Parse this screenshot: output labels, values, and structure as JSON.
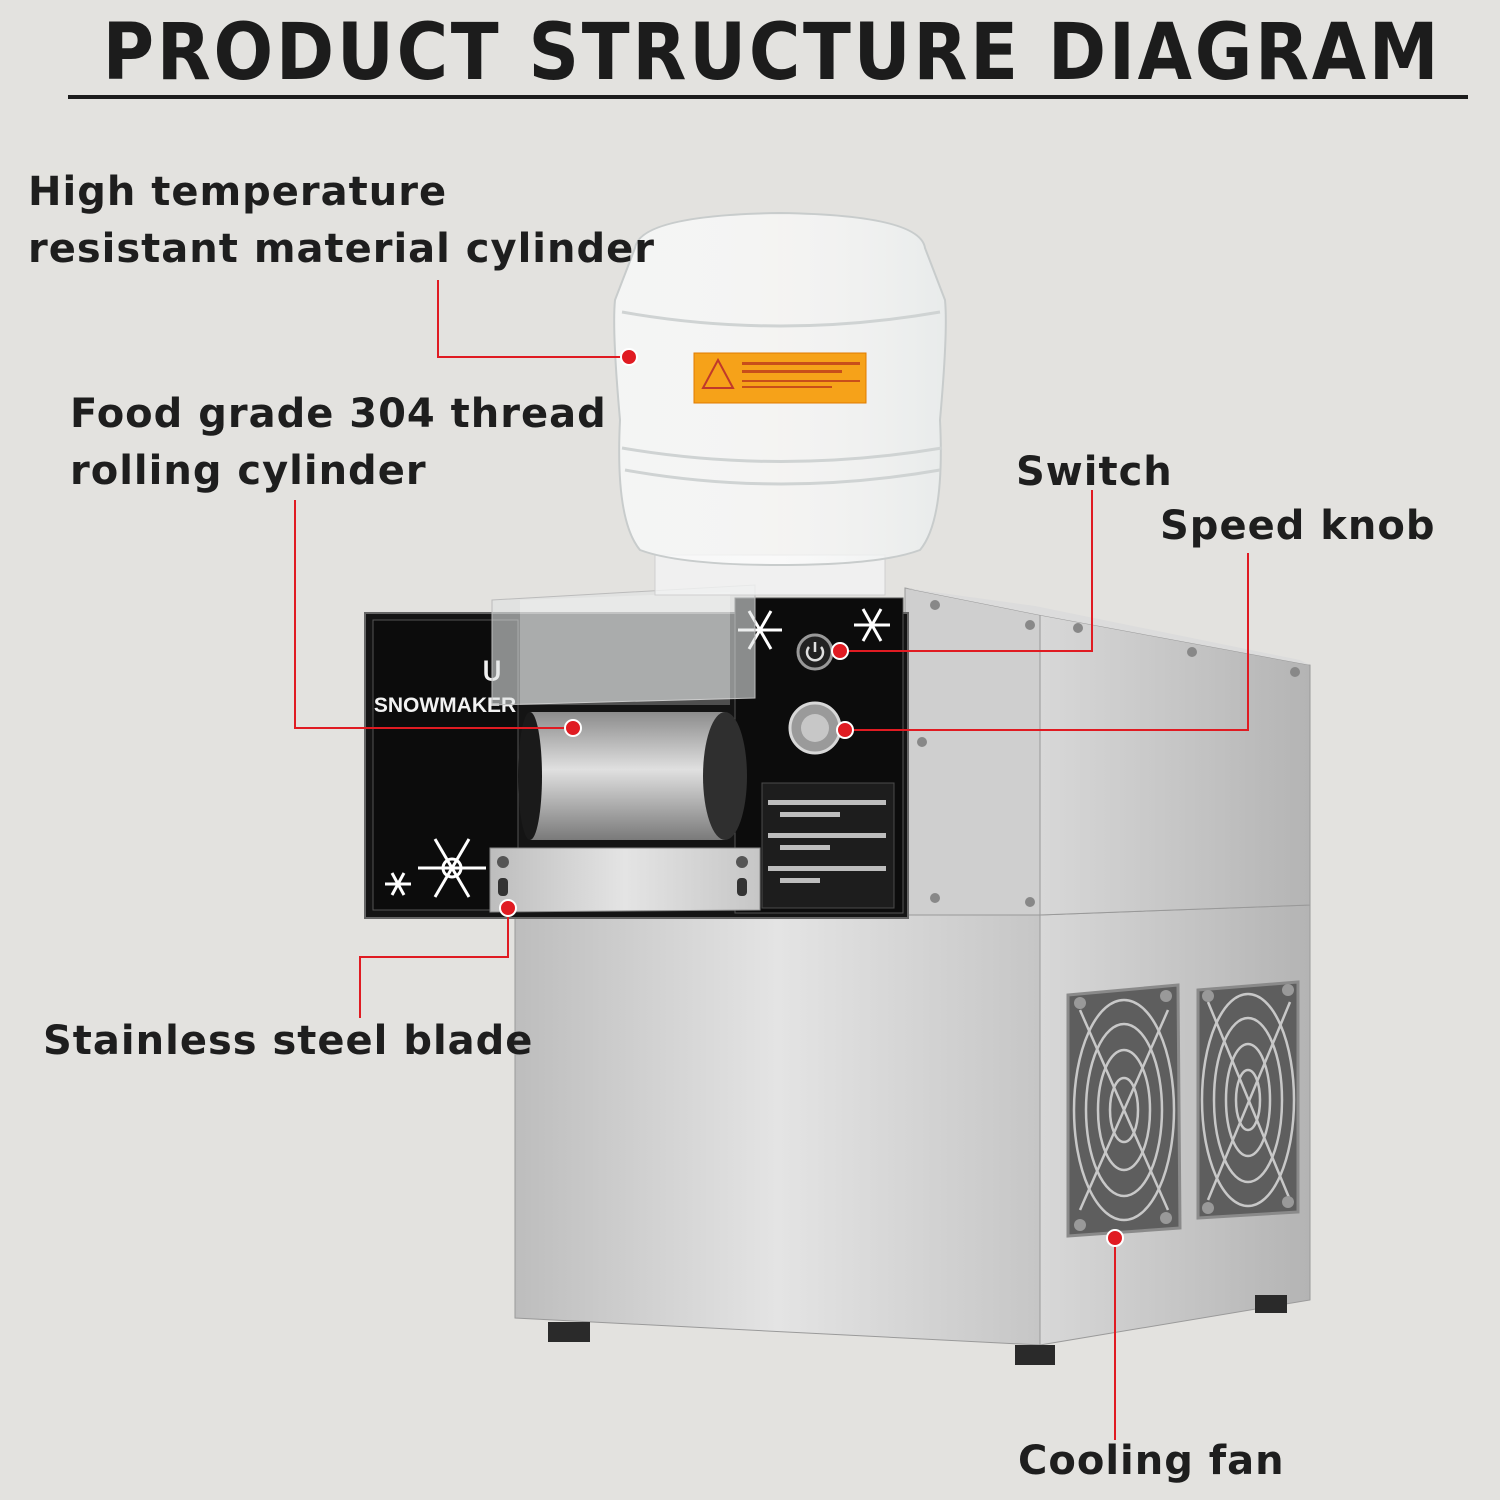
{
  "title": "PRODUCT STRUCTURE DIAGRAM",
  "brand": "SNOWMAKER",
  "callouts": {
    "cylinder": {
      "line1": "High temperature",
      "line2": "resistant material cylinder"
    },
    "rolling": {
      "line1": "Food grade 304 thread",
      "line2": "rolling cylinder"
    },
    "switch": "Switch",
    "speed_knob": "Speed knob",
    "blade": "Stainless steel blade",
    "cooling_fan": "Cooling fan"
  },
  "colors": {
    "leader": "#e01b22",
    "background": "#e3e2df",
    "text": "#1e1e1e"
  },
  "icons": [
    "power-icon",
    "snowflake-icon",
    "fan-icon"
  ]
}
